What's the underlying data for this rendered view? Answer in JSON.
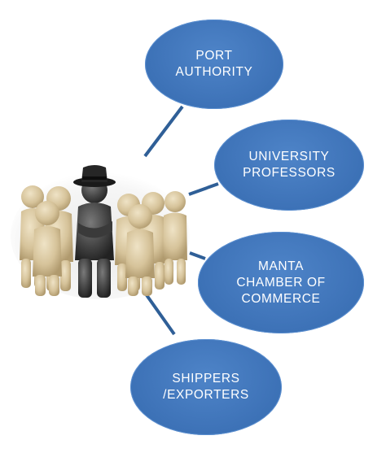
{
  "diagram": {
    "stakeholders": [
      {
        "id": "port",
        "label": "PORT\nAUTHORITY"
      },
      {
        "id": "univ",
        "label": "UNIVERSITY\nPROFESSORS"
      },
      {
        "id": "manta",
        "label": "MANTA\nCHAMBER OF\nCOMMERCE"
      },
      {
        "id": "ship",
        "label": "SHIPPERS\n/EXPORTERS"
      }
    ],
    "colors": {
      "bubble": "#3f74b9",
      "connector": "#2f5f97",
      "figure": "#d9c9a3",
      "leader": "#3a3a3a",
      "hat": "#1a1a1a"
    },
    "icons": {
      "group": "people-group-with-leader-icon"
    }
  }
}
